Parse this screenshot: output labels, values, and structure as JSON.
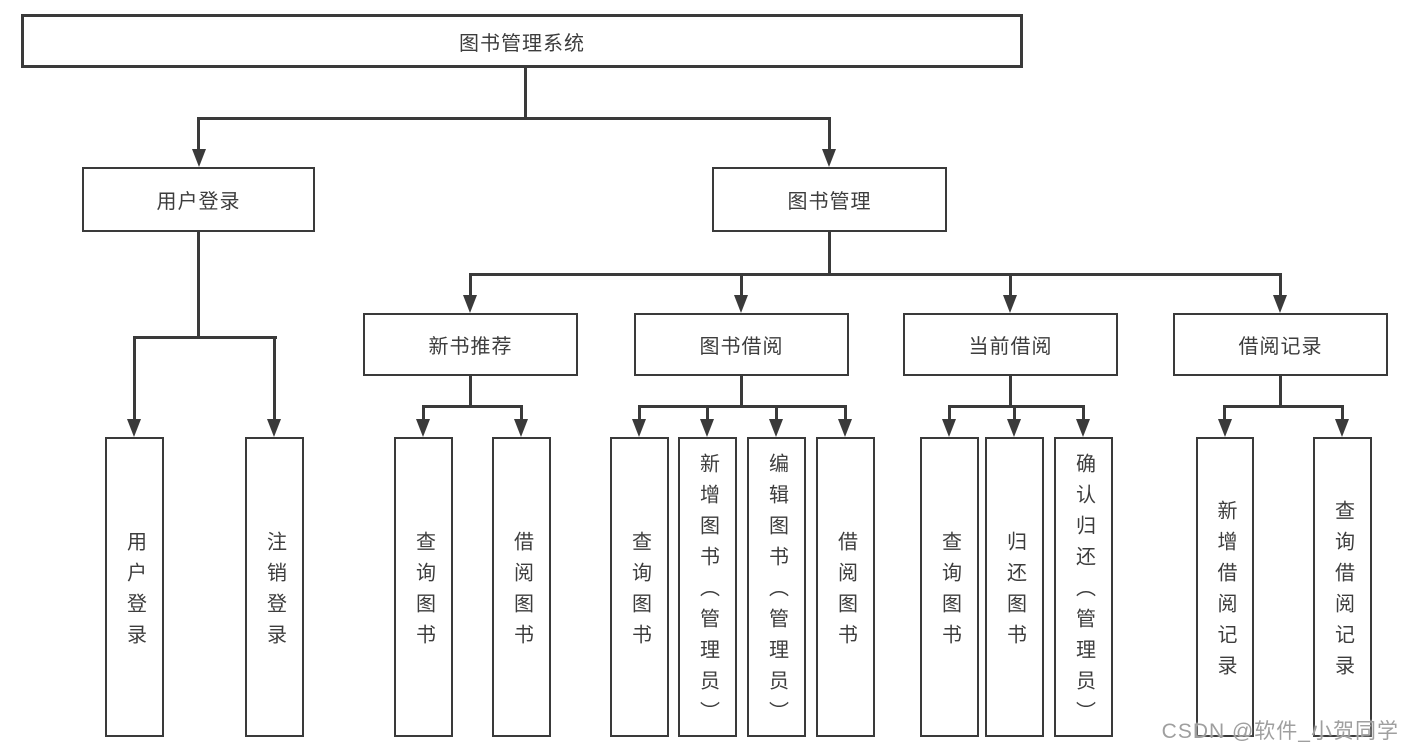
{
  "colors": {
    "line": "#3a3a3a",
    "text": "#3d3d3d",
    "watermark": "#9f9f9f",
    "bg": "#ffffff"
  },
  "watermark": {
    "text": "CSDN @软件_小贺同学"
  },
  "tree": {
    "label": "图书管理系统",
    "children": [
      {
        "label": "用户登录",
        "children": [
          {
            "label": "用户登录"
          },
          {
            "label": "注销登录"
          }
        ]
      },
      {
        "label": "图书管理",
        "children": [
          {
            "label": "新书推荐",
            "children": [
              {
                "label": "查询图书"
              },
              {
                "label": "借阅图书"
              }
            ]
          },
          {
            "label": "图书借阅",
            "children": [
              {
                "label": "查询图书"
              },
              {
                "label": "新增图书（管理员）"
              },
              {
                "label": "编辑图书（管理员）"
              },
              {
                "label": "借阅图书"
              }
            ]
          },
          {
            "label": "当前借阅",
            "children": [
              {
                "label": "查询图书"
              },
              {
                "label": "归还图书"
              },
              {
                "label": "确认归还（管理员）"
              }
            ]
          },
          {
            "label": "借阅记录",
            "children": [
              {
                "label": "新增借阅记录"
              },
              {
                "label": "查询借阅记录"
              }
            ]
          }
        ]
      }
    ]
  }
}
